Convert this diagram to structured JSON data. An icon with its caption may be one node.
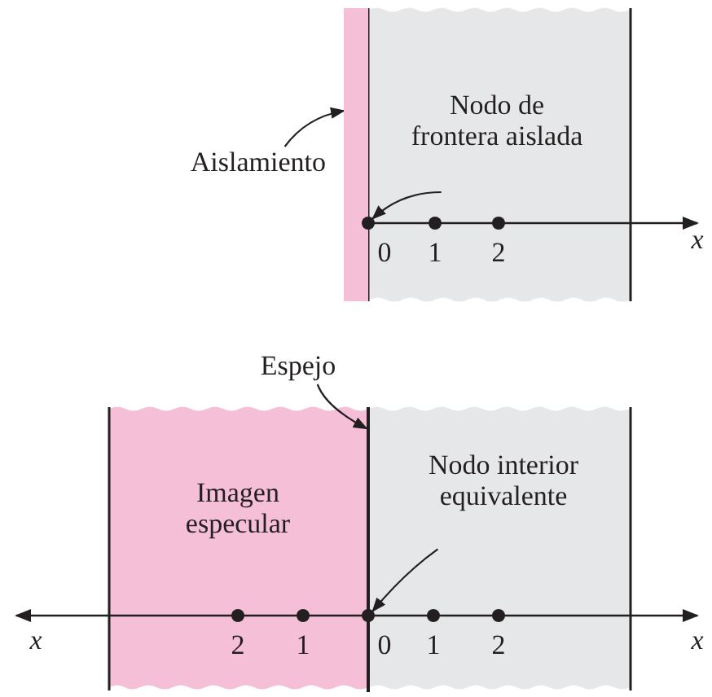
{
  "diagram": {
    "nodes": [
      {
        "text": [
          "Aislamiento"
        ]
      },
      {
        "text": [],
        "shape": "bar"
      },
      {
        "text": [
          "Nodo de frontera aislada"
        ]
      },
      {
        "text": [],
        "shape": "circle"
      },
      {
        "text": [
          "Espejo"
        ]
      },
      {
        "text": [],
        "shape": "bar"
      },
      {
        "text": [
          "Nodo interior equivalente"
        ]
      },
      {
        "text": [],
        "shape": "circle"
      }
    ],
    "edges": [
      {
        "from": 0,
        "to": 1,
        "arrow": "to"
      },
      {
        "from": 2,
        "to": 3,
        "arrow": "to"
      },
      {
        "from": 4,
        "to": 5,
        "arrow": "to"
      },
      {
        "from": 6,
        "to": 7,
        "arrow": "to"
      }
    ],
    "labels": [
      "0",
      "1",
      "2",
      "x",
      "Imagen especular",
      "x",
      "2",
      "1",
      "0",
      "1",
      "2",
      "x"
    ]
  }
}
